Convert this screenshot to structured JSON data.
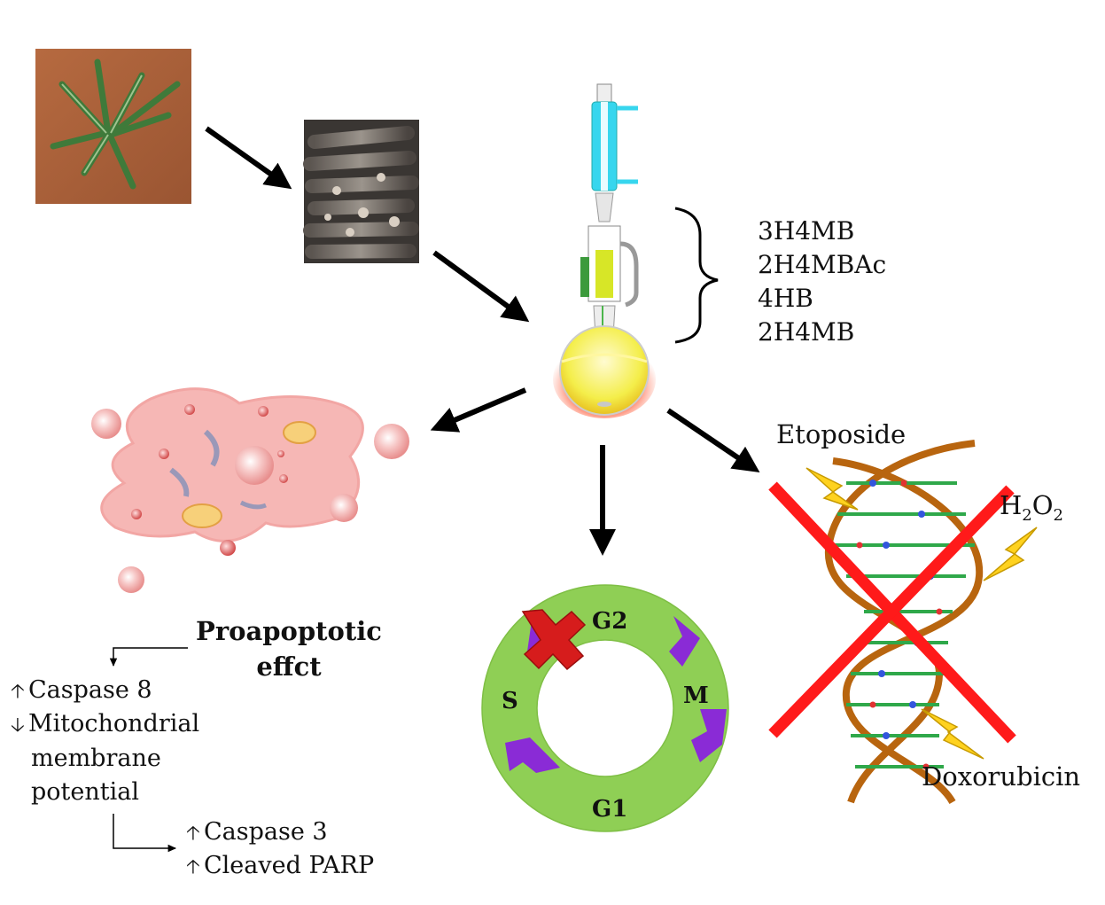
{
  "compounds": [
    "3H4MB",
    "2H4MBAc",
    "4HB",
    "2H4MB"
  ],
  "drugs": {
    "etoposide": "Etoposide",
    "h2o2_main": "H",
    "h2o2_sub1": "2",
    "h2o2_mid": "O",
    "h2o2_sub2": "2",
    "doxorubicin": "Doxorubicin"
  },
  "effect": {
    "title_line1": "Proapoptotic",
    "title_line2": "effct",
    "items": [
      {
        "dir": "up",
        "text": "Caspase 8"
      },
      {
        "dir": "down",
        "text": "Mitochondrial"
      },
      {
        "dir": "",
        "text": "membrane"
      },
      {
        "dir": "",
        "text": "potential"
      }
    ],
    "items2": [
      {
        "dir": "up",
        "text": "Caspase 3"
      },
      {
        "dir": "up",
        "text": "Cleaved PARP"
      }
    ]
  },
  "cell_cycle": {
    "phases": {
      "g2": "G2",
      "m": "M",
      "g1": "G1",
      "s": "S"
    }
  },
  "colors": {
    "ring": "#8fcf55",
    "chevron": "#8a2bd6",
    "cross": "#e02020",
    "cell": "#f6b7b5",
    "bolt": "#ffd21f",
    "dna": "#b8650f"
  }
}
